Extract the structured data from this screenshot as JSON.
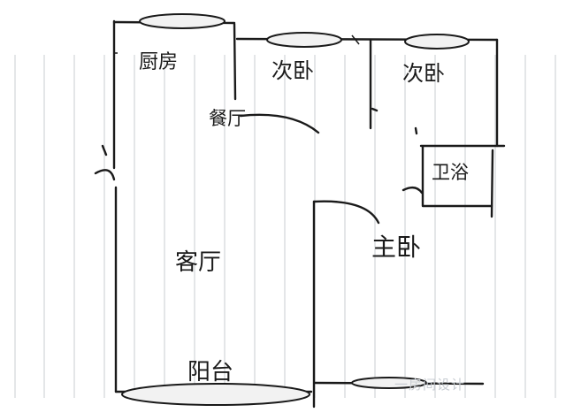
{
  "rooms": {
    "kitchen": "厨房",
    "dining": "餐厅",
    "second_bedroom_1": "次卧",
    "second_bedroom_2": "次卧",
    "bathroom": "卫浴",
    "living_room": "客厅",
    "master_bedroom": "主卧",
    "balcony": "阳台"
  },
  "watermark_text": "一房间设计",
  "colors": {
    "ink": "#1a1a1a",
    "paper_lines": "#c9ccd0",
    "window_fill": "#f2f2f2"
  }
}
